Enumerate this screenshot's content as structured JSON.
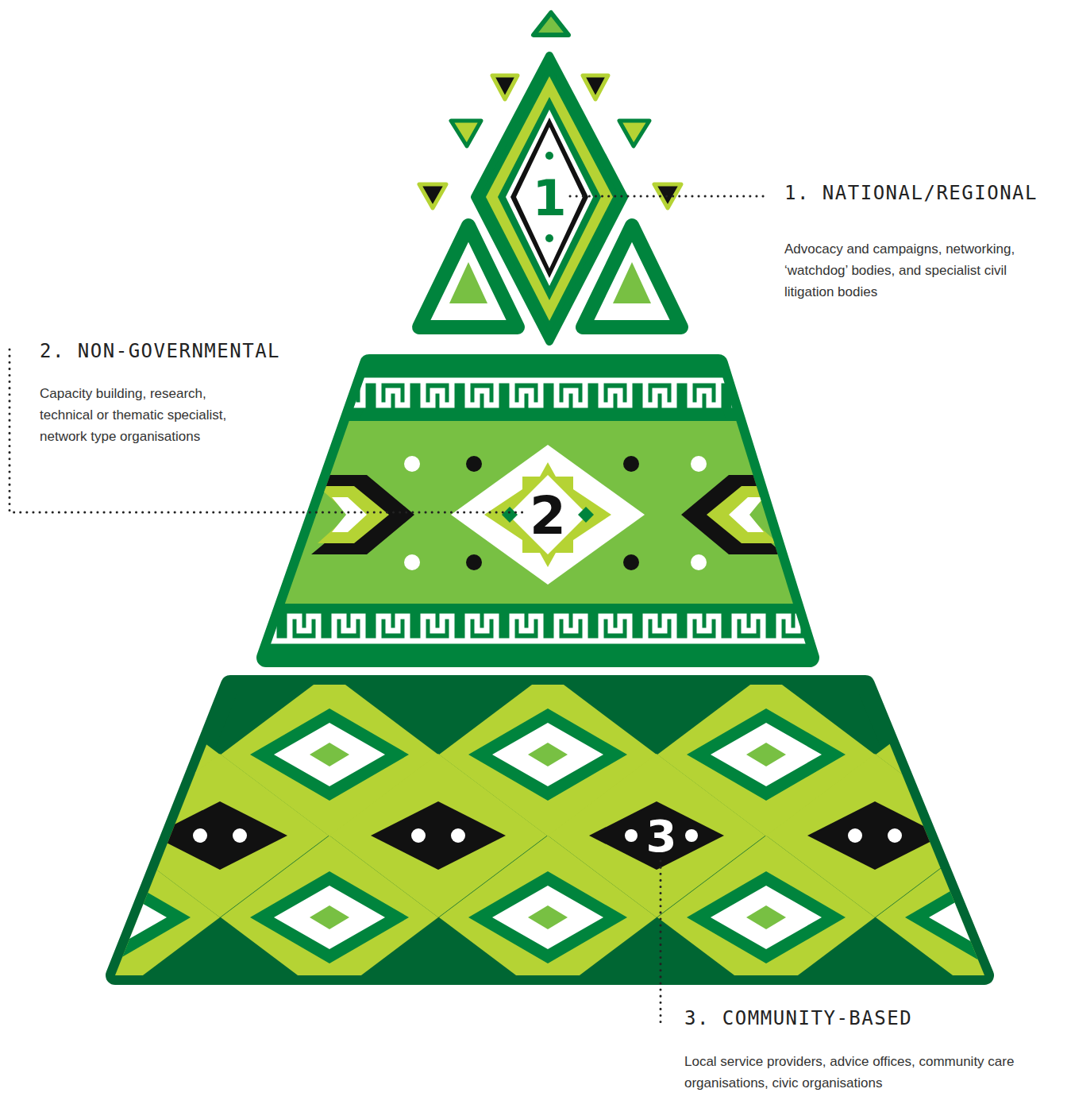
{
  "diagram": {
    "nodes": [
      {
        "text": [
          "1",
          "1. NATIONAL/REGIONAL",
          "Advocacy and campaigns, networking, ‘watchdog’ bodies, and specialist civil litigation bodies"
        ]
      },
      {
        "text": [
          "2",
          "2. NON-GOVERNMENTAL",
          "Capacity building, research, technical or thematic specialist, network type organisations"
        ]
      },
      {
        "text": [
          "3",
          "3. COMMUNITY-BASED",
          "Local service providers, advice offices, community care organisations, civic organisations"
        ]
      }
    ]
  }
}
